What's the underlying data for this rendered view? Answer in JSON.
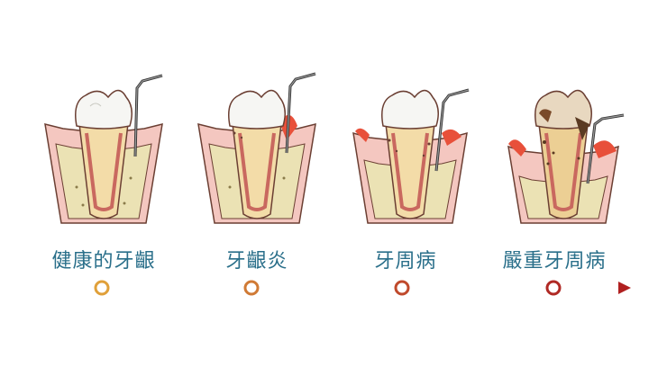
{
  "stages": [
    {
      "label": "健康的牙齦"
    },
    {
      "label": "牙齦炎"
    },
    {
      "label": "牙周病"
    },
    {
      "label": "嚴重牙周病"
    }
  ],
  "colors": {
    "label_text": "#2a6f8a",
    "timeline_start": "#e8a93a",
    "timeline_end": "#b02020",
    "node_fill": "#ffffff"
  },
  "icons": [
    "dental-probe-icon",
    "tooth-icon"
  ]
}
